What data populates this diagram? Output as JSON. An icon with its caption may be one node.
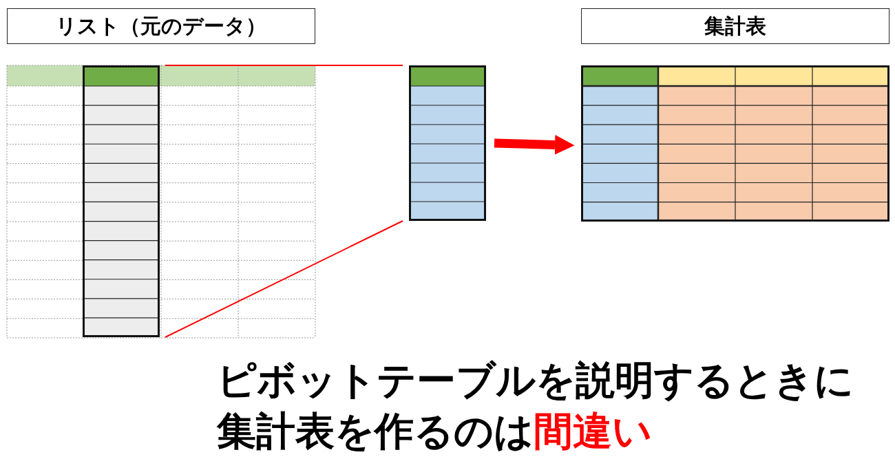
{
  "diagram": {
    "caption": "ピボットテーブルを説明するときに集計表を作るのは**間違い**",
    "nodes": [
      {
        "text": [
          "リスト（元のデータ）"
        ]
      },
      {
        "text": [],
        "shape": "bar",
        "in": 0
      },
      {
        "text": [],
        "shape": "bar"
      },
      {
        "text": [
          "集計表"
        ]
      }
    ],
    "edges": [
      {
        "from": 1,
        "to": 2,
        "arrow": "none",
        "color": "#ff0000"
      },
      {
        "from": 1,
        "to": 2,
        "arrow": "none",
        "color": "#ff0000"
      },
      {
        "from": 2,
        "to": 3,
        "arrow": "to",
        "style": "thick",
        "color": "#ff0000"
      }
    ]
  }
}
